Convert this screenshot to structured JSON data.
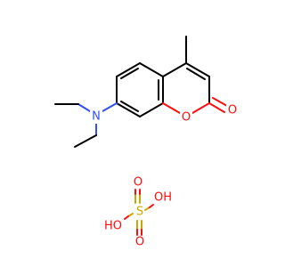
{
  "molecule_1": {
    "atoms": {
      "ring_oxygen": "O",
      "carbonyl_oxygen": "O",
      "amine_nitrogen": "N"
    }
  },
  "molecule_2": {
    "atoms": {
      "sulfur": "S",
      "oxo_top": "O",
      "oxo_bottom": "O",
      "hydroxyl_right": "OH",
      "hydroxyl_left": "HO"
    }
  },
  "colors": {
    "carbon_bond": "#000000",
    "oxygen": "#ff0d0d",
    "nitrogen": "#3050f8",
    "sulfur": "#c8a800",
    "background": "#ffffff"
  }
}
